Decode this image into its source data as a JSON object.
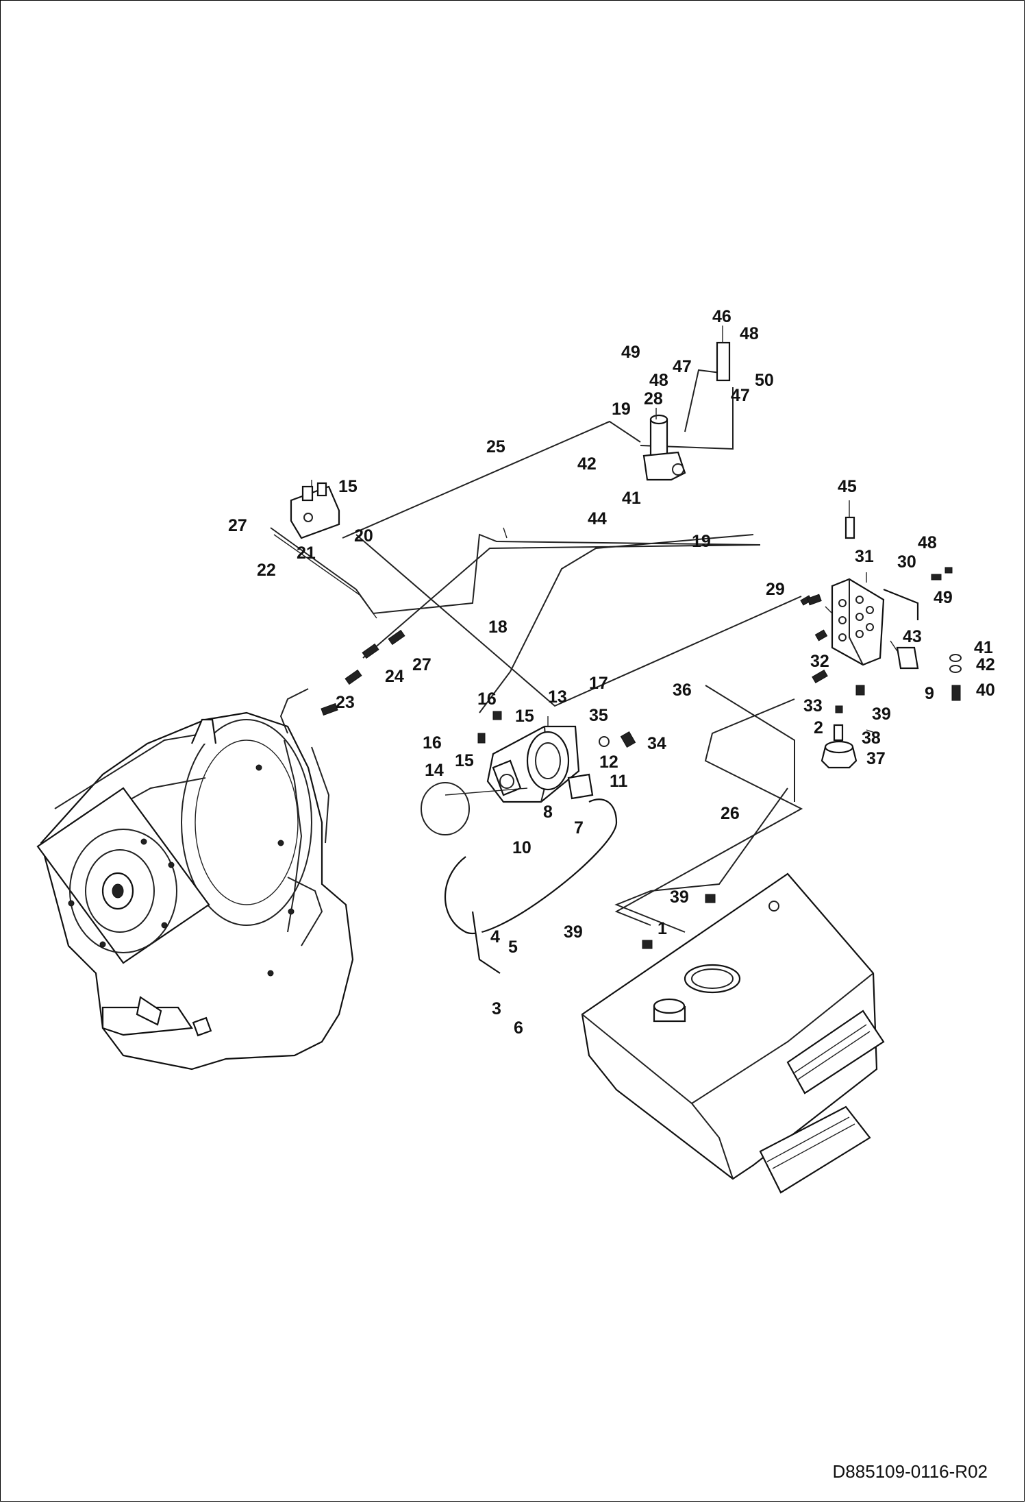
{
  "diagram": {
    "document_id": "D885109-0116-R02",
    "callouts": [
      {
        "n": "1"
      },
      {
        "n": "2"
      },
      {
        "n": "3"
      },
      {
        "n": "4"
      },
      {
        "n": "5"
      },
      {
        "n": "6"
      },
      {
        "n": "7"
      },
      {
        "n": "8"
      },
      {
        "n": "9"
      },
      {
        "n": "10"
      },
      {
        "n": "11"
      },
      {
        "n": "12"
      },
      {
        "n": "13"
      },
      {
        "n": "14"
      },
      {
        "n": "15"
      },
      {
        "n": "15"
      },
      {
        "n": "15"
      },
      {
        "n": "16"
      },
      {
        "n": "16"
      },
      {
        "n": "17"
      },
      {
        "n": "18"
      },
      {
        "n": "19"
      },
      {
        "n": "19"
      },
      {
        "n": "20"
      },
      {
        "n": "21"
      },
      {
        "n": "22"
      },
      {
        "n": "23"
      },
      {
        "n": "24"
      },
      {
        "n": "25"
      },
      {
        "n": "26"
      },
      {
        "n": "27"
      },
      {
        "n": "27"
      },
      {
        "n": "28"
      },
      {
        "n": "29"
      },
      {
        "n": "30"
      },
      {
        "n": "31"
      },
      {
        "n": "32"
      },
      {
        "n": "33"
      },
      {
        "n": "34"
      },
      {
        "n": "35"
      },
      {
        "n": "36"
      },
      {
        "n": "37"
      },
      {
        "n": "38"
      },
      {
        "n": "39"
      },
      {
        "n": "39"
      },
      {
        "n": "39"
      },
      {
        "n": "40"
      },
      {
        "n": "41"
      },
      {
        "n": "41"
      },
      {
        "n": "42"
      },
      {
        "n": "42"
      },
      {
        "n": "43"
      },
      {
        "n": "44"
      },
      {
        "n": "45"
      },
      {
        "n": "46"
      },
      {
        "n": "47"
      },
      {
        "n": "47"
      },
      {
        "n": "48"
      },
      {
        "n": "48"
      },
      {
        "n": "48"
      },
      {
        "n": "49"
      },
      {
        "n": "49"
      },
      {
        "n": "50"
      }
    ]
  }
}
